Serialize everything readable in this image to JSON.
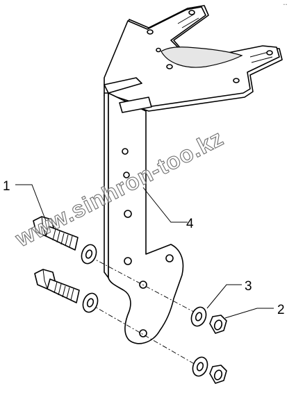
{
  "diagram": {
    "callouts": [
      {
        "id": "1",
        "label": "1"
      },
      {
        "id": "2",
        "label": "2"
      },
      {
        "id": "3",
        "label": "3"
      },
      {
        "id": "4",
        "label": "4"
      }
    ],
    "watermark": "www.sinhron-too.kz",
    "corner_mark": "▪ ▪"
  }
}
